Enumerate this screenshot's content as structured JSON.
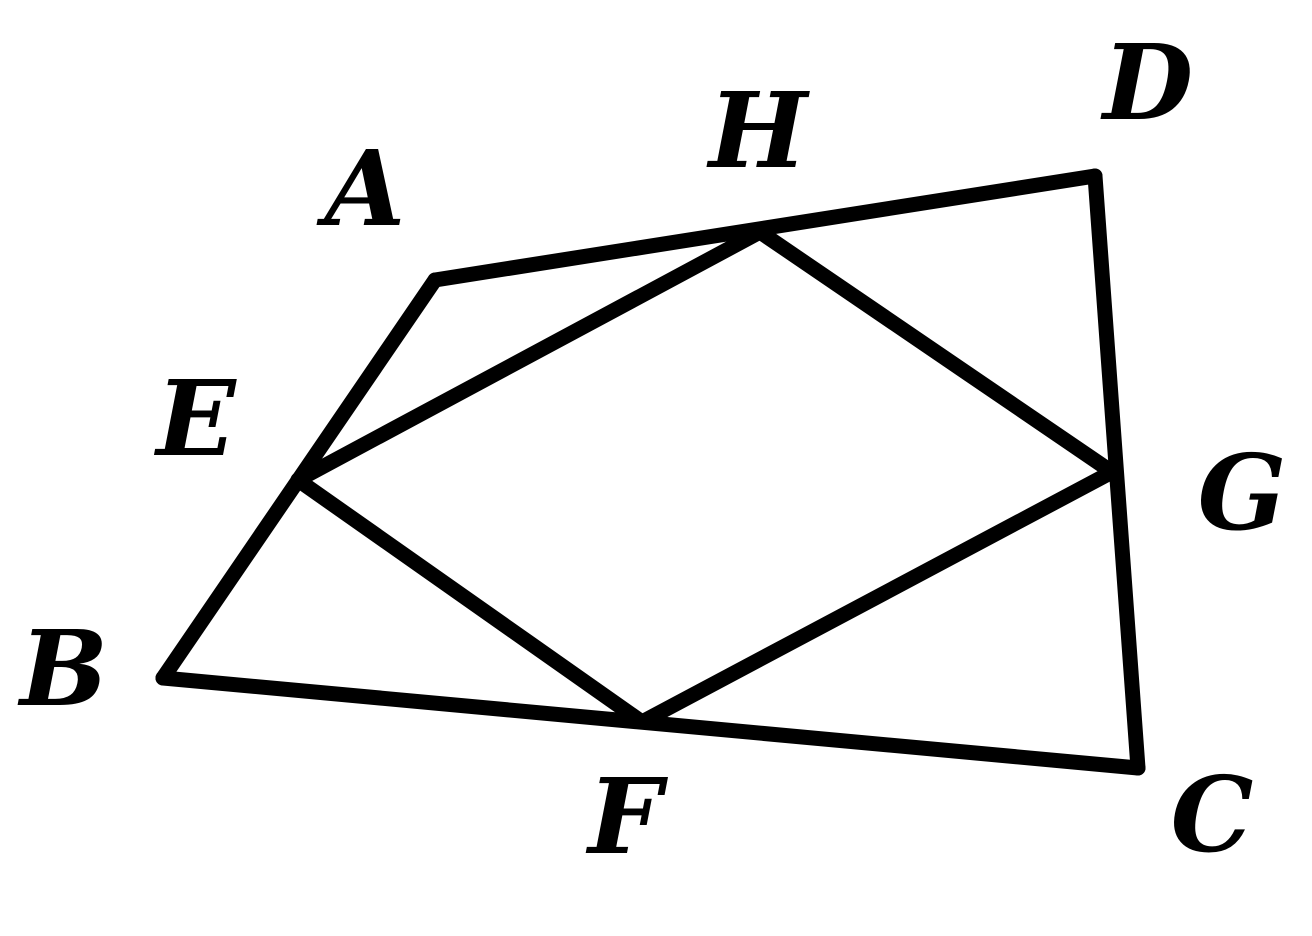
{
  "figure": {
    "line_color": "#000000",
    "background_color": "#ffffff"
  },
  "vertices": {
    "A": "A",
    "B": "B",
    "C": "C",
    "D": "D",
    "E": "E",
    "F": "F",
    "G": "G",
    "H": "H"
  },
  "segments": [
    [
      "A",
      "D"
    ],
    [
      "D",
      "C"
    ],
    [
      "C",
      "B"
    ],
    [
      "B",
      "A"
    ],
    [
      "E",
      "H"
    ],
    [
      "H",
      "G"
    ],
    [
      "G",
      "F"
    ],
    [
      "F",
      "E"
    ]
  ]
}
